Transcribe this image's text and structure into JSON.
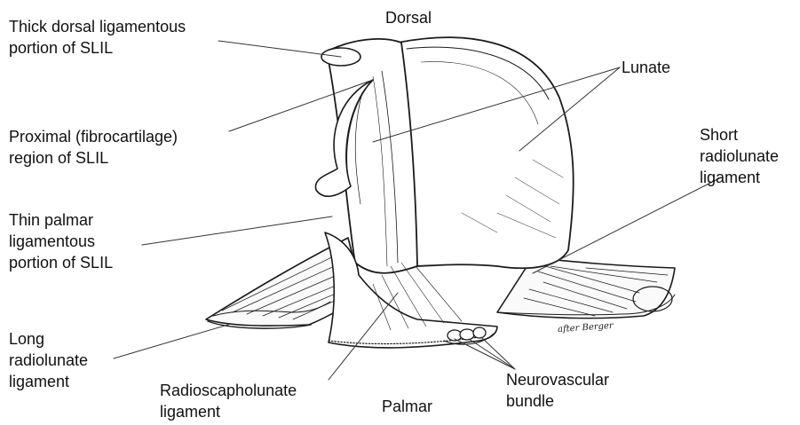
{
  "labels": {
    "dorsal": "Dorsal",
    "palmar": "Palmar",
    "lunate": "Lunate",
    "thick_dorsal": [
      "Thick dorsal ligamentous",
      "portion of SLIL"
    ],
    "proximal": [
      "Proximal (fibrocartilage)",
      "region of SLIL"
    ],
    "thin_palmar": [
      "Thin palmar",
      "ligamentous",
      "portion of SLIL"
    ],
    "long_radiolunate": [
      "Long",
      "radiolunate",
      "ligament"
    ],
    "radioscapholunate": [
      "Radioscapholunate",
      "ligament"
    ],
    "neurovascular": [
      "Neurovascular",
      "bundle"
    ],
    "short_radiolunate": [
      "Short",
      "radiolunate",
      "ligament"
    ]
  },
  "signature": "after Berger"
}
